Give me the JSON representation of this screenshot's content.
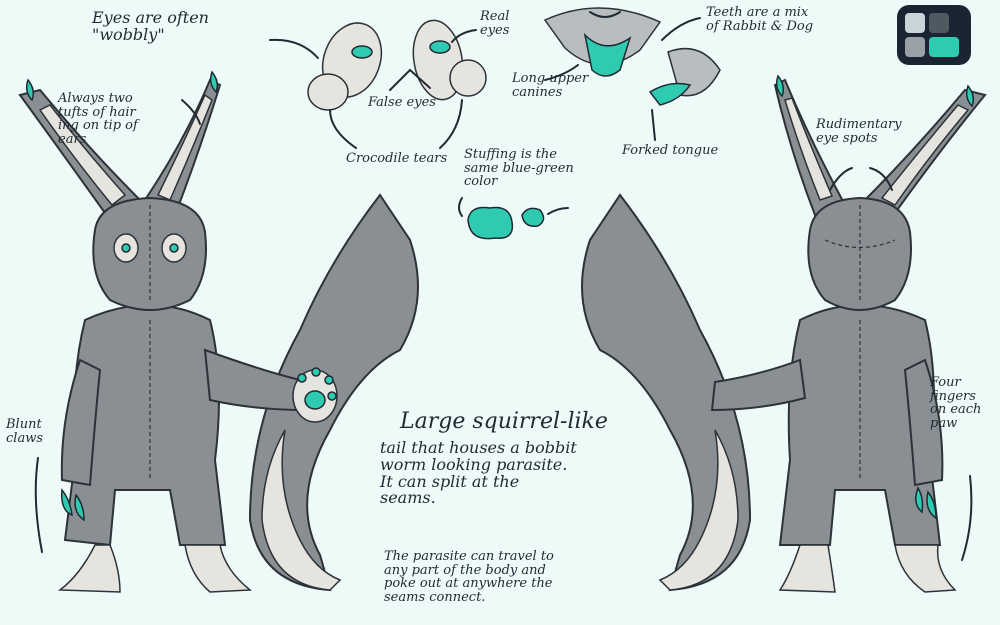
{
  "notes": {
    "eyes_wobbly": "Eyes are often\n\"wobbly\"",
    "real_eyes": "Real\neyes",
    "false_eyes": "False eyes",
    "crocodile_tears": "Crocodile tears",
    "teeth": "Teeth are a mix\nof Rabbit & Dog",
    "long_canines": "Long upper\ncanines",
    "forked_tongue": "Forked tongue",
    "tufts": "Always two\ntufts of hair\ning on tip of\nears",
    "stuffing": "Stuffing is the\nsame blue-green\ncolor",
    "rudimentary": "Rudimentary\neye spots",
    "blunt_claws": "Blunt\nclaws",
    "four_fingers": "Four\nfingers\non each\npaw",
    "tail_title": "Large squirrel-like",
    "tail_body": "tail that houses a bobbit\nworm looking parasite.\nIt can split at the\nseams.",
    "parasite": "The parasite can travel to\nany part of the body and\npoke out at anywhere the\nseams connect."
  },
  "palette": {
    "colors": [
      "#c9d4d8",
      "#4f5962",
      "#2ecbb0",
      "#9aa1a6"
    ]
  },
  "colors": {
    "background": "#eefaf8",
    "body": "#8a8f93",
    "accent": "#2ecbb0",
    "light": "#e6e4de",
    "ink": "#1f2a33"
  }
}
